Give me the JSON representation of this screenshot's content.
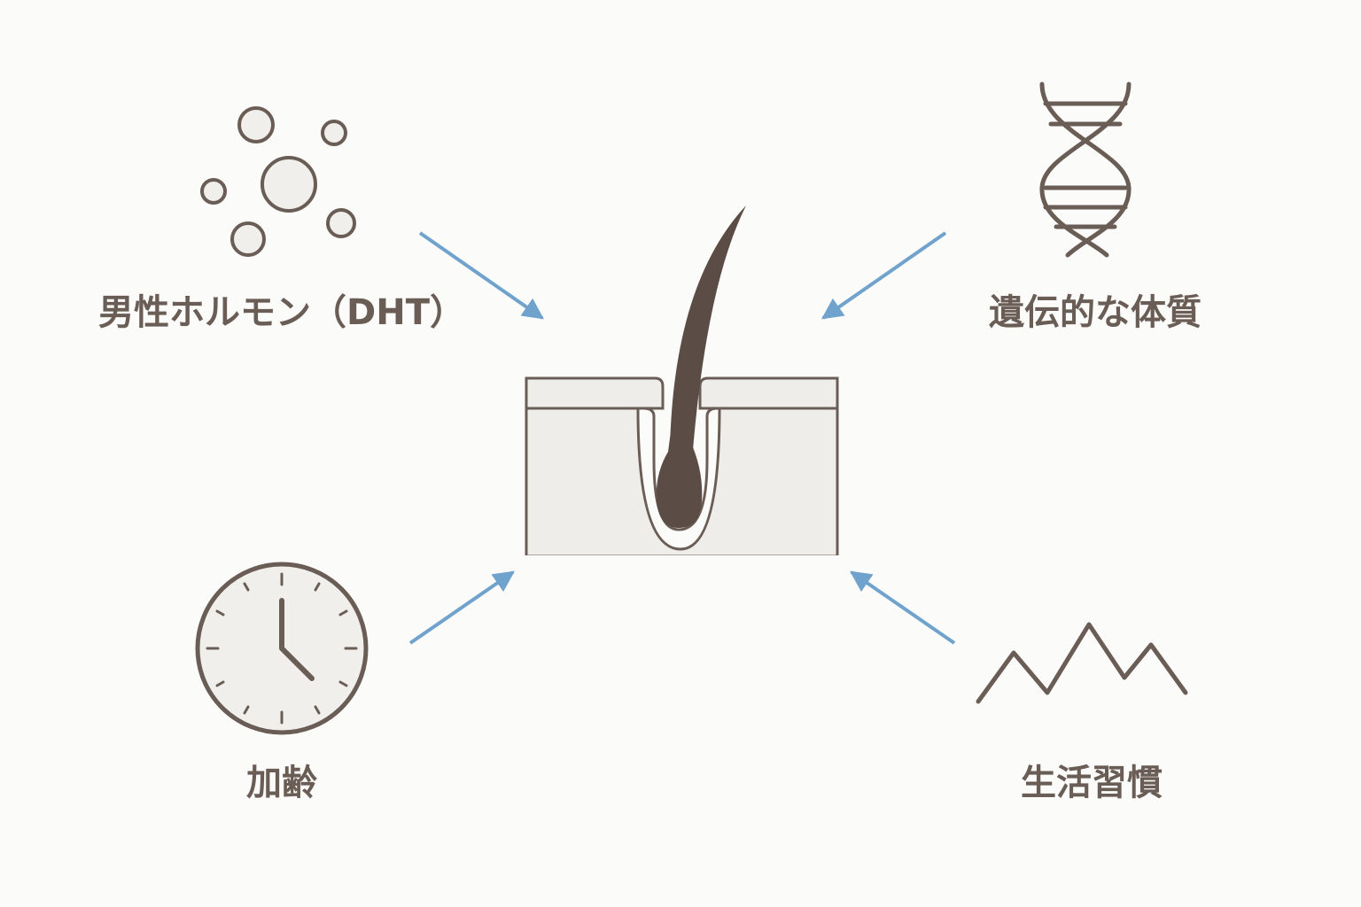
{
  "colors": {
    "icon_stroke": "#6a5d55",
    "icon_fill": "#f1efec",
    "arrow": "#6fa2cc",
    "label_text": "#6a5d55",
    "hair": "#5b4d45",
    "skin": "#efedea",
    "background": "#fbfbfa"
  },
  "center": {
    "icon": "hair-follicle-icon"
  },
  "factors": {
    "hormone": {
      "label": "男性ホルモン（DHT）",
      "icon": "molecule-bubbles-icon"
    },
    "genetics": {
      "label": "遺伝的な体質",
      "icon": "dna-helix-icon"
    },
    "aging": {
      "label": "加齢",
      "icon": "clock-icon"
    },
    "lifestyle": {
      "label": "生活習慣",
      "icon": "zigzag-wave-icon"
    }
  }
}
